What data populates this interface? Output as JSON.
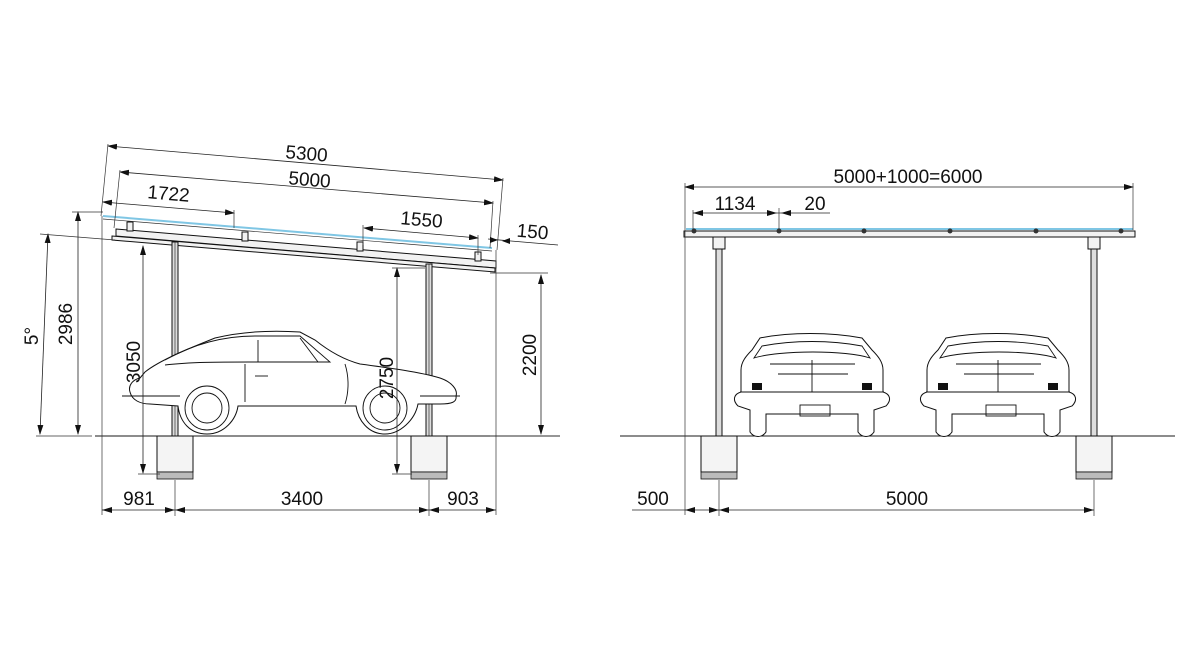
{
  "drawing": {
    "title": "Carport side and front elevation",
    "side_view": {
      "dimensions": {
        "total_roof_length": "5300",
        "panel_length": "5000",
        "left_rail_offset": "1722",
        "right_rail_offset": "1550",
        "overhang": "150",
        "slope_angle": "5°",
        "high_side_height": "2986",
        "left_post_height": "3050",
        "right_post_height": "2750",
        "low_side_clearance": "2200",
        "front_overhang": "981",
        "post_spacing": "3400",
        "rear_overhang": "903"
      }
    },
    "front_view": {
      "dimensions": {
        "total_width": "5000+1000=6000",
        "rail_spacing": "1134",
        "gap": "20",
        "side_offset": "500",
        "post_spacing": "5000"
      }
    },
    "colors": {
      "line": "#1a1a1a",
      "solar_panel": "#7fc6e4",
      "background": "#ffffff"
    }
  }
}
